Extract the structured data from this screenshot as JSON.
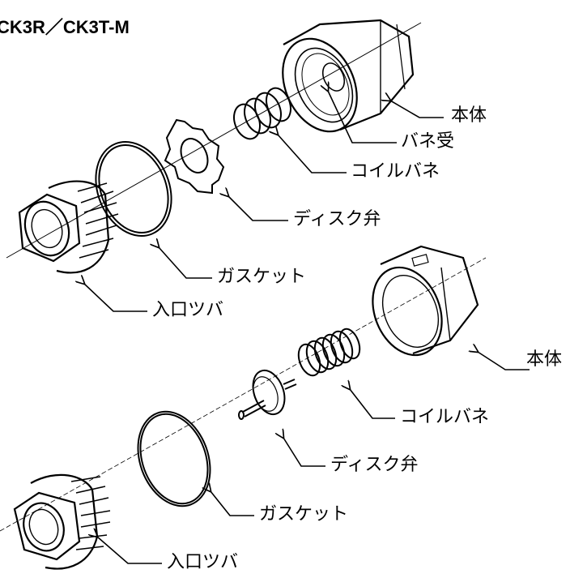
{
  "title": "CK3R／CK3T-M",
  "upper_assembly": {
    "labels": {
      "body": "本体",
      "spring_seat": "バネ受",
      "coil_spring": "コイルバネ",
      "disc_valve": "ディスク弁",
      "gasket": "ガスケット",
      "inlet_flange": "入口ツバ"
    }
  },
  "lower_assembly": {
    "labels": {
      "body": "本体",
      "coil_spring": "コイルバネ",
      "disc_valve": "ディスク弁",
      "gasket": "ガスケット",
      "inlet_flange": "入口ツバ"
    }
  }
}
